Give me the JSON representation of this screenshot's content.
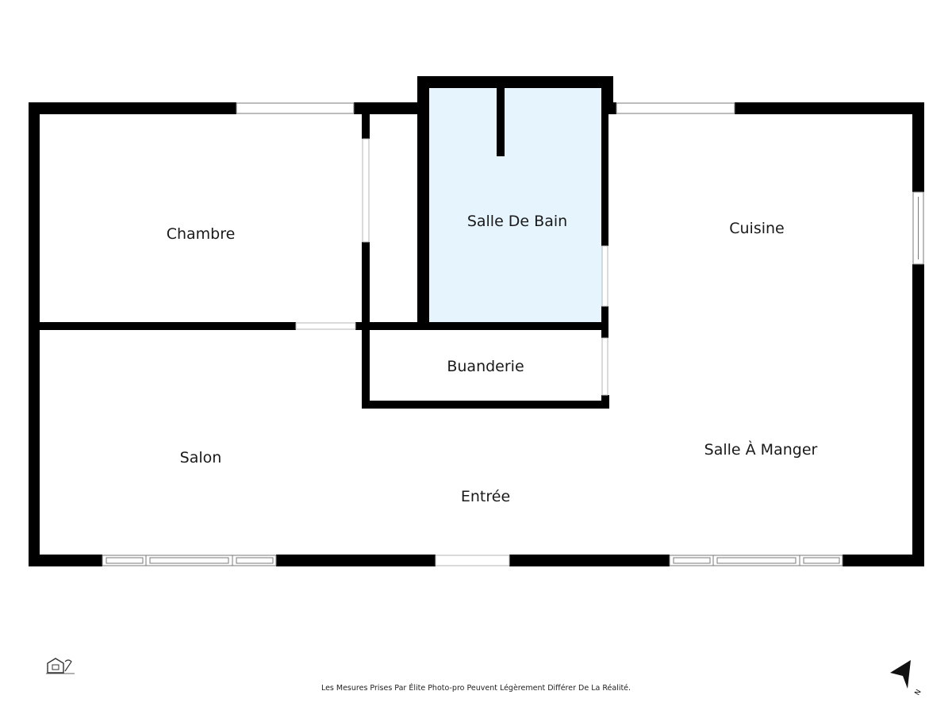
{
  "rooms": {
    "chambre": "Chambre",
    "salle_de_bain": "Salle De Bain",
    "cuisine": "Cuisine",
    "buanderie": "Buanderie",
    "salon": "Salon",
    "entree": "Entrée",
    "salle_a_manger": "Salle À Manger"
  },
  "footer": {
    "disclaimer": "Les Mesures Prises Par Élite Photo-pro Peuvent Légèrement Différer De La Réalité."
  },
  "compass": {
    "direction_label": "N"
  },
  "colors": {
    "wall": "#000000",
    "bathroom_fill": "#e6f4fd",
    "background": "#ffffff"
  },
  "icons": {
    "logo": "elite-photo-logo-icon",
    "compass": "north-arrow-icon"
  }
}
